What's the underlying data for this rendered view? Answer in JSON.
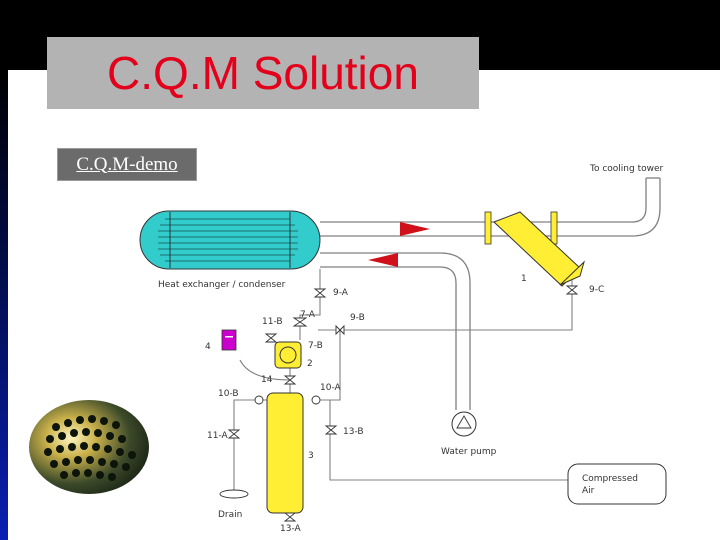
{
  "slide": {
    "title": "C.Q.M Solution",
    "demo_link": "C.Q.M-demo"
  },
  "diagram": {
    "labels": {
      "to_cooling_tower": "To cooling tower",
      "heat_exchanger": "Heat exchanger / condenser",
      "unit_1": "1",
      "unit_2": "2",
      "unit_3": "3",
      "unit_4": "4",
      "valve_9a": "9-A",
      "valve_9b": "9-B",
      "valve_9c": "9-C",
      "valve_7a": "7-A",
      "valve_7b": "7-B",
      "valve_11b": "11-B",
      "valve_14": "14",
      "valve_10a": "10-A",
      "valve_10b": "10-B",
      "valve_11a": "11-A",
      "valve_13b": "13-B",
      "valve_13a": "13-A",
      "water_pump": "Water pump",
      "compressed_air_1": "Compressed",
      "compressed_air_2": "Air",
      "drain": "Drain"
    },
    "colors": {
      "heat_exchanger": "#33cccc",
      "strainer": "#ffee33",
      "tank": "#ffee33",
      "flow_arrow": "#d0101a",
      "control_box": "#cc00cc",
      "pipe": "#808080"
    }
  }
}
